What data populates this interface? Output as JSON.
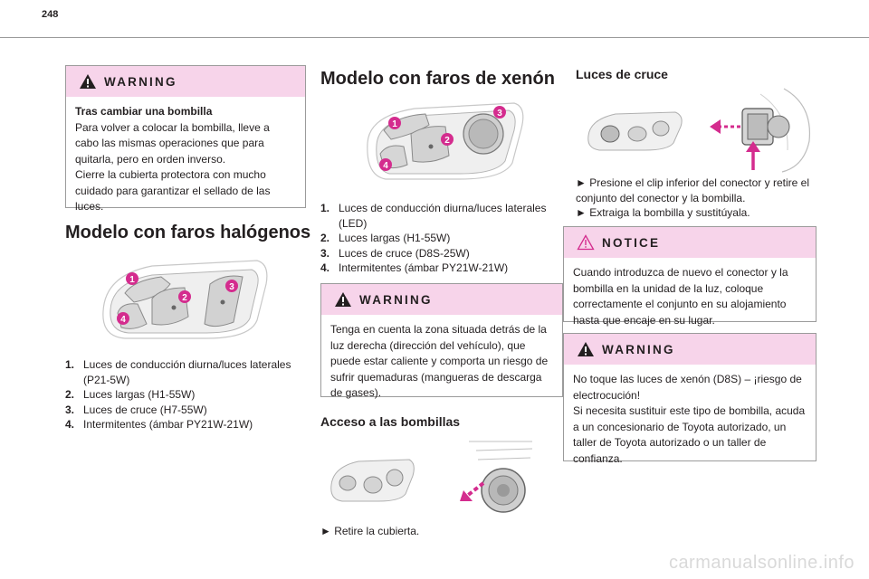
{
  "page_number": "248",
  "left": {
    "warning": {
      "label": "WARNING",
      "title": "Tras cambiar una bombilla",
      "text": "Para volver a colocar la bombilla, lleve a cabo las mismas operaciones que para quitarla, pero en orden inverso.\nCierre la cubierta protectora con mucho cuidado para garantizar el sellado de las luces."
    },
    "heading": "Modelo con faros halógenos",
    "items": [
      {
        "num": "1.",
        "text": "Luces de conducción diurna/luces laterales (P21-5W)"
      },
      {
        "num": "2.",
        "text": "Luces largas (H1-55W)"
      },
      {
        "num": "3.",
        "text": "Luces de cruce (H7-55W)"
      },
      {
        "num": "4.",
        "text": "Intermitentes (ámbar PY21W-21W)"
      }
    ]
  },
  "middle": {
    "heading": "Modelo con faros de xenón",
    "items": [
      {
        "num": "1.",
        "text": "Luces de conducción diurna/luces laterales (LED)"
      },
      {
        "num": "2.",
        "text": "Luces largas (H1-55W)"
      },
      {
        "num": "3.",
        "text": "Luces de cruce (D8S-25W)"
      },
      {
        "num": "4.",
        "text": "Intermitentes (ámbar PY21W-21W)"
      }
    ],
    "warning": {
      "label": "WARNING",
      "text": "Tenga en cuenta la zona situada detrás de la luz derecha (dirección del vehículo), que puede estar caliente y comporta un riesgo de sufrir quemaduras (mangueras de descarga de gases)."
    },
    "subheading": "Acceso a las bombillas",
    "step": "► Retire la cubierta."
  },
  "right": {
    "subheading": "Luces de cruce",
    "steps": "► Presione el clip inferior del conector y retire el conjunto del conector y la bombilla.\n► Extraiga la bombilla y sustitúyala.",
    "notice": {
      "label": "NOTICE",
      "text": "Cuando introduzca de nuevo el conector y la bombilla en la unidad de la luz, coloque correctamente el conjunto en su alojamiento hasta que encaje en su lugar."
    },
    "warning": {
      "label": "WARNING",
      "text": "No toque las luces de xenón (D8S) – ¡riesgo de electrocución!\nSi necesita sustituir este tipo de bombilla, acuda a un concesionario de Toyota autorizado, un taller de Toyota autorizado o un taller de confianza."
    }
  },
  "footer": "carmanualsonline.info",
  "colors": {
    "badge": "#d42c8e",
    "warning_header": "#f7d4ea",
    "arrow": "#d42c8e"
  }
}
